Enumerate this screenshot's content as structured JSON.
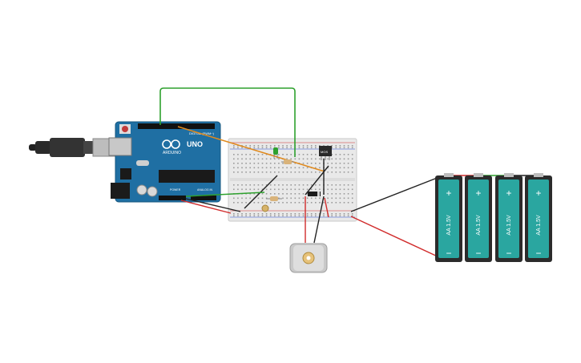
{
  "circuit": {
    "arduino": {
      "brand": "ARDUINO",
      "model": "UNO",
      "digital_label": "DIGITAL (PWM~)",
      "power_label": "POWER",
      "analog_label": "ANALOG IN"
    },
    "mosfet": {
      "label": "MOS"
    },
    "batteries": [
      {
        "plus": "+",
        "minus": "−",
        "label": "AA 1.5V"
      },
      {
        "plus": "+",
        "minus": "−",
        "label": "AA 1.5V"
      },
      {
        "plus": "+",
        "minus": "−",
        "label": "AA 1.5V"
      },
      {
        "plus": "+",
        "minus": "−",
        "label": "AA 1.5V"
      }
    ],
    "colors": {
      "board_blue": "#1f6fa3",
      "wire_green": "#2ea12e",
      "wire_orange": "#e08a1e",
      "wire_red": "#d12c2c",
      "wire_black": "#222222",
      "battery_teal": "#2aa6a0",
      "breadboard": "#e9e9e9"
    }
  }
}
